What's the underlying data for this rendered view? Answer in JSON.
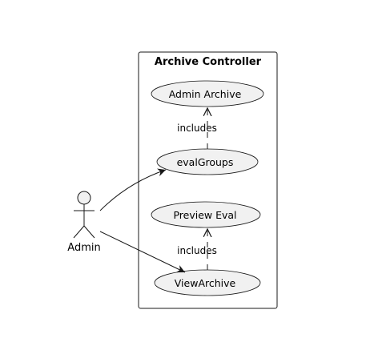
{
  "boundary": {
    "title": "Archive Controller"
  },
  "actor": {
    "name": "Admin"
  },
  "use_cases": {
    "admin_archive": "Admin Archive",
    "eval_groups": "evalGroups",
    "preview_eval": "Preview Eval",
    "view_archive": "ViewArchive"
  },
  "relations": {
    "include_1": "includes",
    "include_2": "includes"
  },
  "colors": {
    "ellipse_fill": "#f1f1f1",
    "stroke": "#181818",
    "background": "#ffffff"
  }
}
